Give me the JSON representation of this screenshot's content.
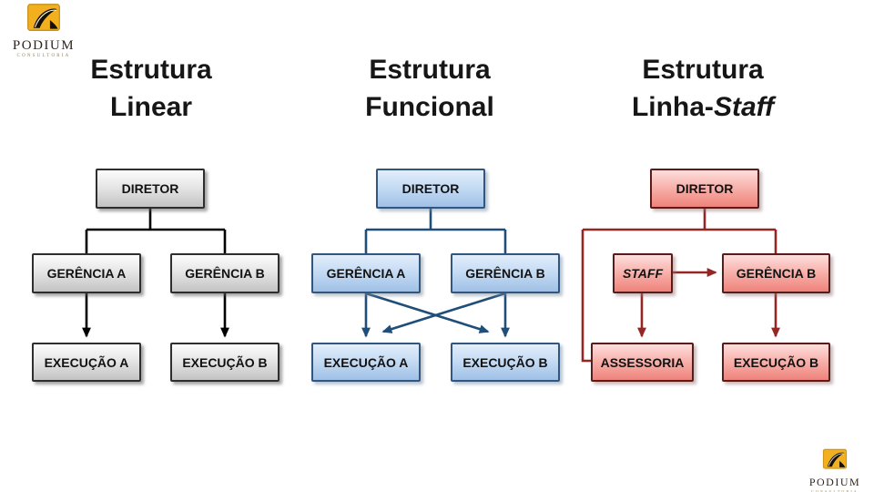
{
  "slide": {
    "background": "#ffffff"
  },
  "logo": {
    "text": "PODIUM",
    "tagline": "CONSULTORIA",
    "icon": "podium-swoosh-icon",
    "colors": {
      "badge": "#F2B01E",
      "swoosh": "#171007",
      "wordmark": "#2E2620",
      "tagline": "#9A8350"
    }
  },
  "diagrams": [
    {
      "name": "Estrutura Linear",
      "title_line1": "Estrutura",
      "title_line2": "Linear",
      "title_line2_italic": "",
      "nodes": {
        "diretor": "DIRETOR",
        "gerencia_a": "GERÊNCIA A",
        "gerencia_b": "GERÊNCIA B",
        "execucao_a": "EXECUÇÃO A",
        "execucao_b": "EXECUÇÃO B"
      },
      "colors": {
        "fill_top": "#FCFCFC",
        "fill_bottom": "#C3C3C3",
        "border": "#2E2E2E",
        "line": "#000000",
        "text": "#121212"
      }
    },
    {
      "name": "Estrutura Funcional",
      "title_line1": "Estrutura",
      "title_line2": "Funcional",
      "title_line2_italic": "",
      "nodes": {
        "diretor": "DIRETOR",
        "gerencia_a": "GERÊNCIA A",
        "gerencia_b": "GERÊNCIA B",
        "execucao_a": "EXECUÇÃO A",
        "execucao_b": "EXECUÇÃO B"
      },
      "colors": {
        "fill_top": "#E2EEFB",
        "fill_bottom": "#9FC0E6",
        "border": "#33567F",
        "line": "#1F4E79",
        "text": "#121212"
      }
    },
    {
      "name": "Estrutura Linha-Staff",
      "title_line1": "Estrutura",
      "title_line2": "Linha-",
      "title_line2_italic": "Staff",
      "nodes": {
        "diretor": "DIRETOR",
        "staff": "STAFF",
        "gerencia_b": "GERÊNCIA B",
        "assessoria": "ASSESSORIA",
        "execucao_b": "EXECUÇÃO B"
      },
      "colors": {
        "fill_top": "#FDDEDC",
        "fill_bottom": "#EE837B",
        "border": "#571D1A",
        "line": "#942724",
        "text": "#121212"
      }
    }
  ]
}
